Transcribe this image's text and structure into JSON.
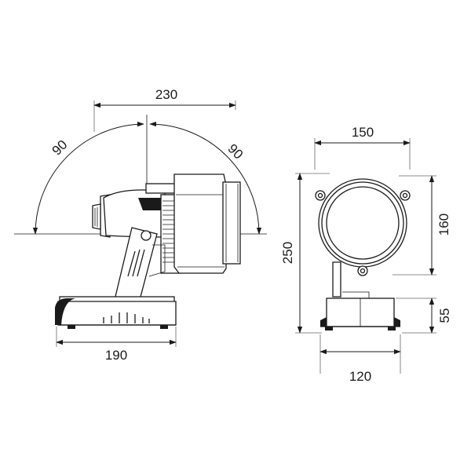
{
  "dimensions": {
    "side_width": "230",
    "angle_left": "90",
    "angle_right": "90",
    "base_width": "190",
    "front_width": "150",
    "height_total": "250",
    "lens_diameter": "160",
    "base_height": "55",
    "base_depth": "120"
  },
  "colors": {
    "line": "#1a1a1a",
    "extension": "#666666",
    "background": "#ffffff"
  }
}
